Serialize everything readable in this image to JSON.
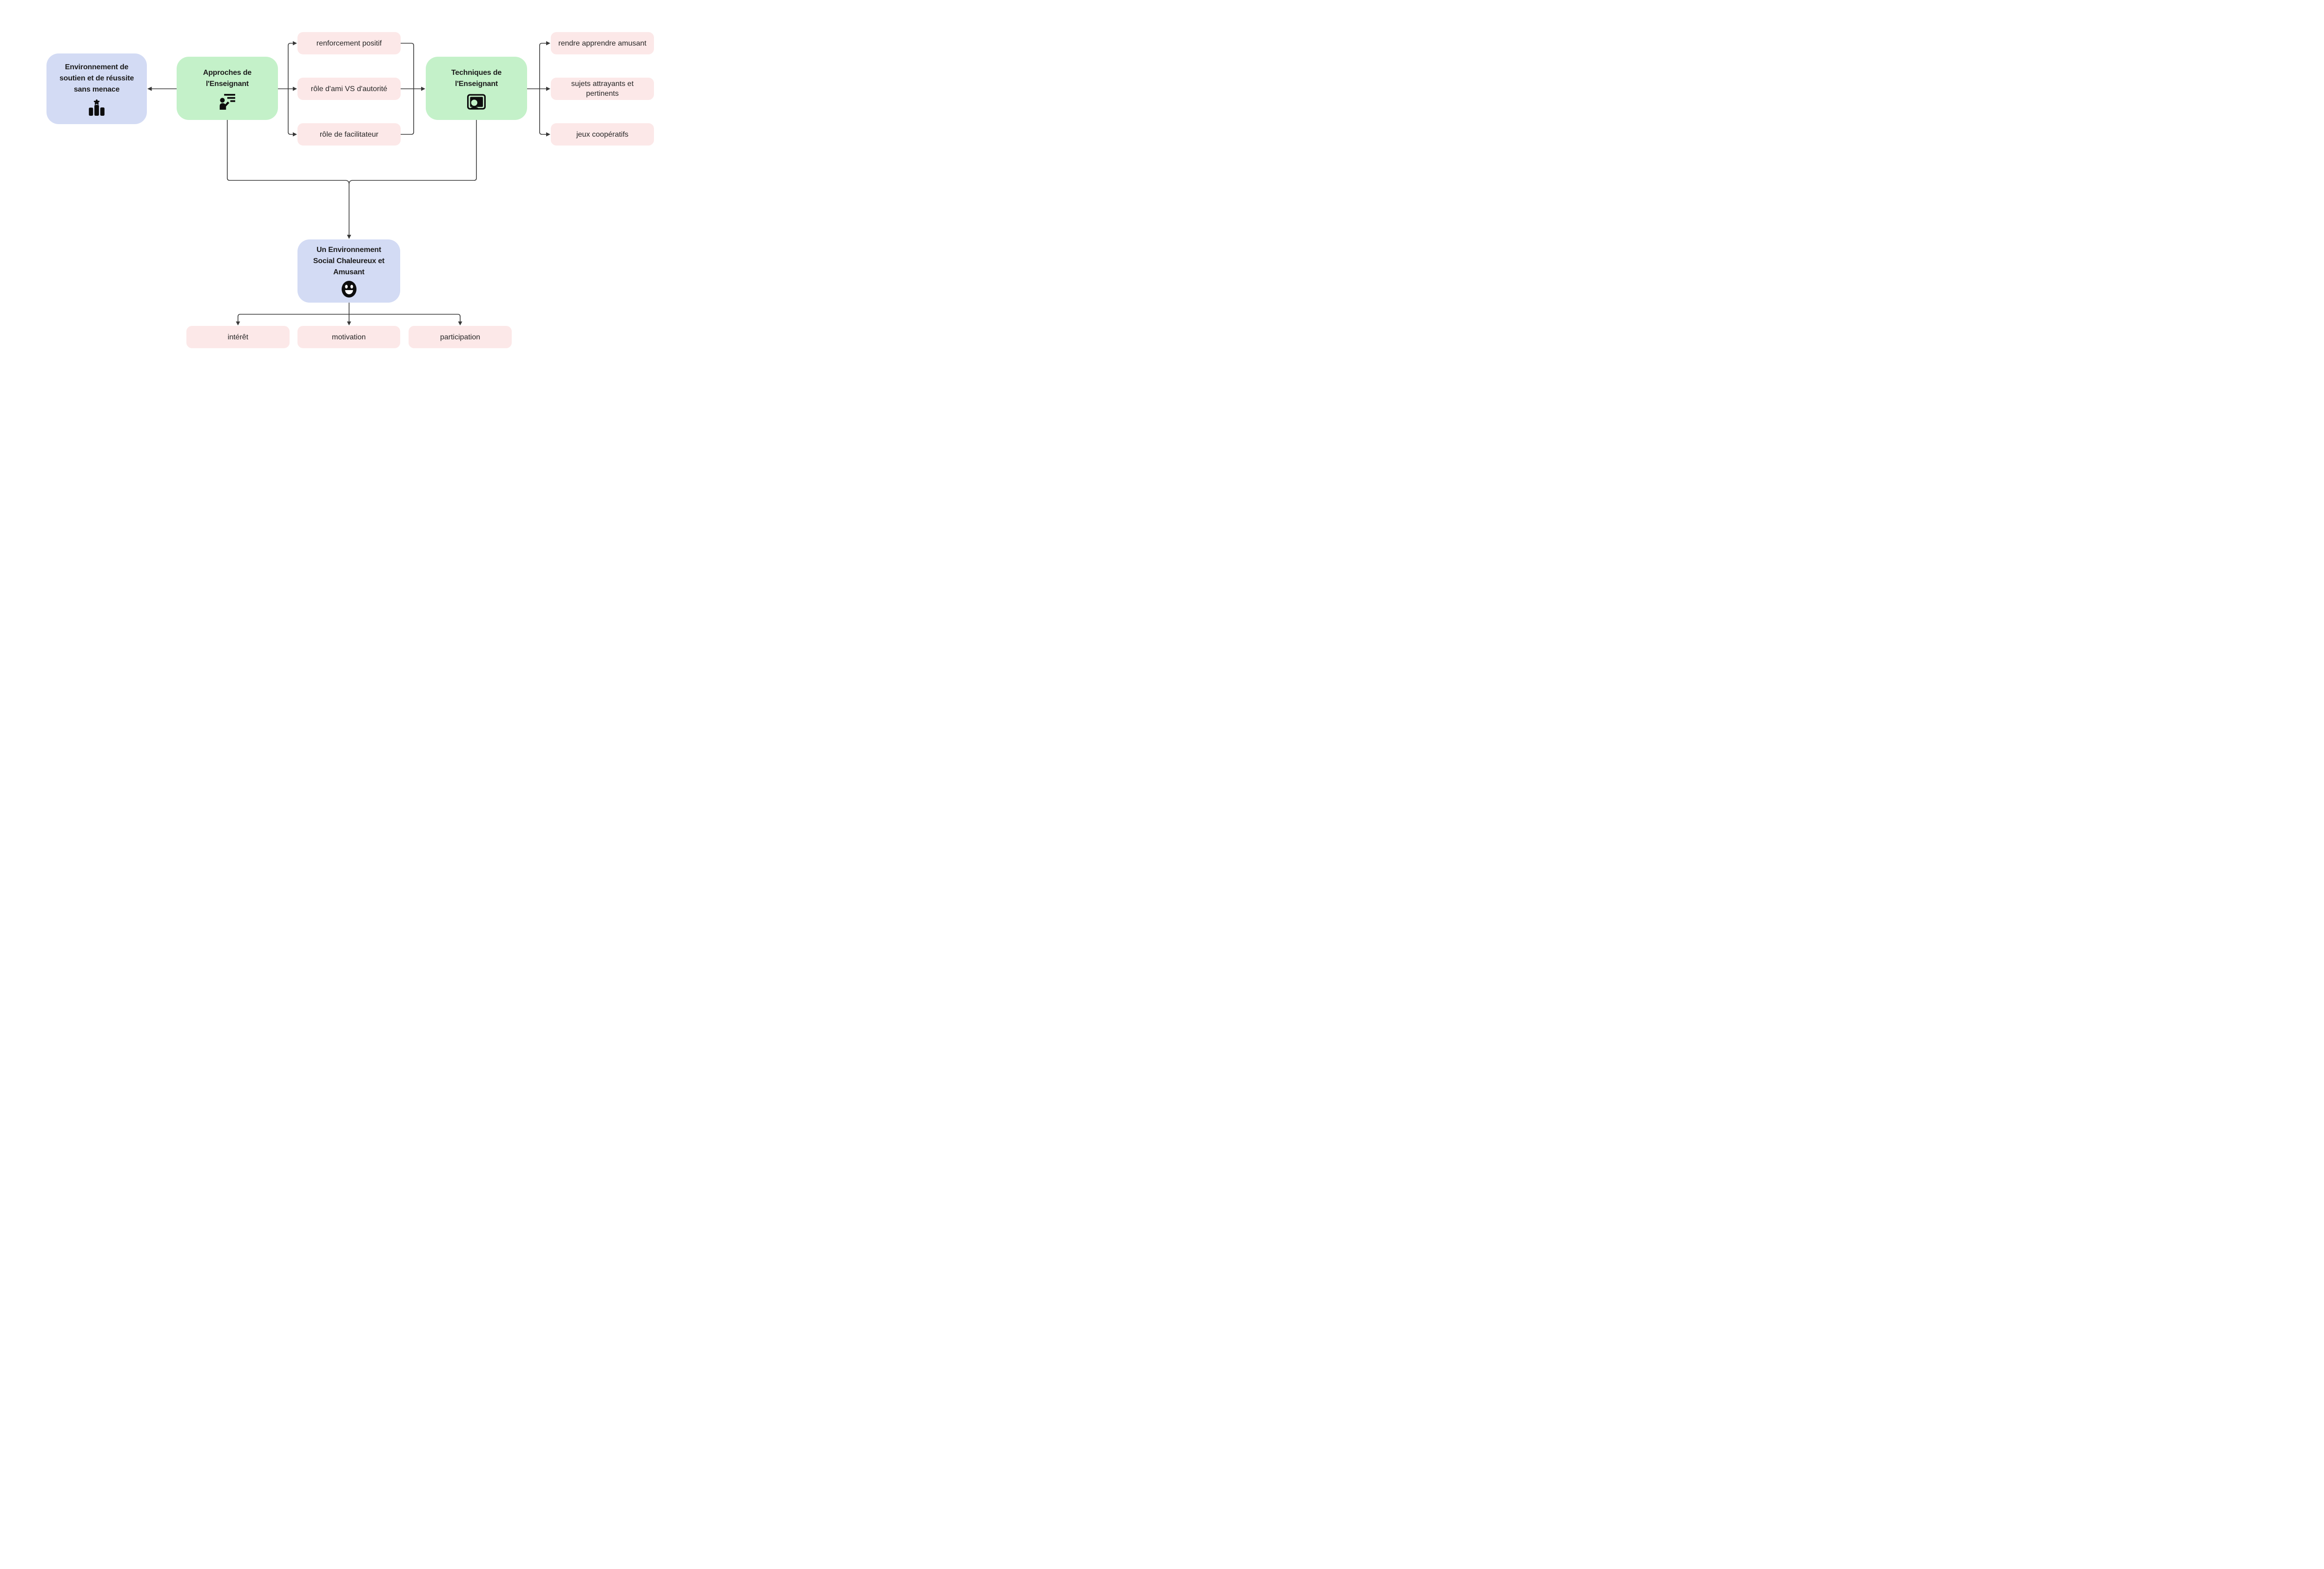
{
  "colors": {
    "bg": "#ffffff",
    "blue": "#d3dbf4",
    "green": "#c4f1c9",
    "pink": "#fce8e8",
    "line": "#383838",
    "text": "#1c1c1c"
  },
  "nodes": {
    "environnement_soutien": {
      "lines": [
        "Environnement de",
        "soutien et de réussite",
        "sans menace"
      ],
      "icon": "podium-star-icon"
    },
    "approches": {
      "lines": [
        "Approches de",
        "l'Enseignant"
      ],
      "icon": "person-presenting-icon"
    },
    "renforcement": {
      "label": "renforcement positif"
    },
    "role_ami": {
      "label": "rôle d'ami VS d'autorité"
    },
    "role_facilitateur": {
      "label": "rôle de facilitateur"
    },
    "techniques": {
      "lines": [
        "Techniques de",
        "l'Enseignant"
      ],
      "icon": "portrait-frame-icon"
    },
    "rendre_amusant": {
      "label": "rendre apprendre amusant"
    },
    "sujets": {
      "lines": [
        "sujets attrayants et",
        "pertinents"
      ]
    },
    "jeux": {
      "label": "jeux coopératifs"
    },
    "environnement_social": {
      "lines": [
        "Un Environnement",
        "Social Chaleureux et",
        "Amusant"
      ],
      "icon": "smiley-icon"
    },
    "interet": {
      "label": "intérêt"
    },
    "motivation": {
      "label": "motivation"
    },
    "participation": {
      "label": "participation"
    }
  },
  "edges": [
    {
      "from": "Approches de l'Enseignant",
      "to": "Environnement de soutien et de réussite sans menace"
    },
    {
      "from": "Approches de l'Enseignant",
      "to": "renforcement positif"
    },
    {
      "from": "Approches de l'Enseignant",
      "to": "rôle d'ami VS d'autorité"
    },
    {
      "from": "Approches de l'Enseignant",
      "to": "rôle de facilitateur"
    },
    {
      "from": "renforcement positif",
      "to": "Techniques de l'Enseignant"
    },
    {
      "from": "rôle d'ami VS d'autorité",
      "to": "Techniques de l'Enseignant"
    },
    {
      "from": "rôle de facilitateur",
      "to": "Techniques de l'Enseignant"
    },
    {
      "from": "Techniques de l'Enseignant",
      "to": "rendre apprendre amusant"
    },
    {
      "from": "Techniques de l'Enseignant",
      "to": "sujets attrayants et pertinents"
    },
    {
      "from": "Techniques de l'Enseignant",
      "to": "jeux coopératifs"
    },
    {
      "from": "Approches de l'Enseignant",
      "to": "Un Environnement Social Chaleureux et Amusant"
    },
    {
      "from": "Techniques de l'Enseignant",
      "to": "Un Environnement Social Chaleureux et Amusant"
    },
    {
      "from": "Un Environnement Social Chaleureux et Amusant",
      "to": "intérêt"
    },
    {
      "from": "Un Environnement Social Chaleureux et Amusant",
      "to": "motivation"
    },
    {
      "from": "Un Environnement Social Chaleureux et Amusant",
      "to": "participation"
    }
  ]
}
